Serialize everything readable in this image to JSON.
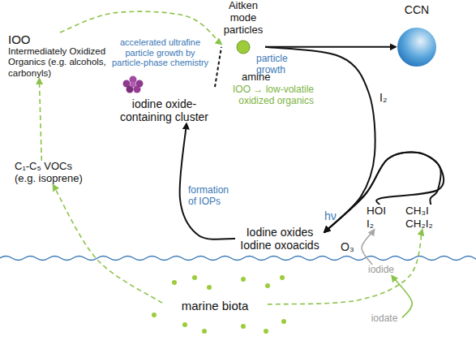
{
  "diagram": {
    "nodes": [
      {
        "text": [
          "Aitken mode particles"
        ]
      },
      {
        "text": [
          "CCN"
        ]
      },
      {
        "text": [
          "IOO",
          "Intermediately Oxidized Organics (e.g. alcohols, carbonyls)"
        ]
      },
      {
        "text": [
          "iodine oxide-containing cluster"
        ]
      },
      {
        "text": [
          "C₁-C₅ VOCs (e.g. isoprene)"
        ]
      },
      {
        "text": [
          "Iodine oxides",
          "Iodine oxoacids"
        ]
      },
      {
        "text": [
          "HOI I₂"
        ]
      },
      {
        "text": [
          "CH₃I CH₂I₂"
        ]
      },
      {
        "text": [
          "marine biota"
        ]
      },
      {
        "text": [
          "iodide"
        ]
      },
      {
        "text": [
          "iodate"
        ]
      }
    ],
    "edges": [
      {
        "from": 0,
        "to": 1,
        "arrow": "to"
      },
      {
        "from": 0,
        "to": 5,
        "label": "I₂",
        "arrow": "to"
      },
      {
        "from": 6,
        "to": 5,
        "label": "hν",
        "arrow": "to"
      },
      {
        "from": 7,
        "to": 5,
        "arrow": "to"
      },
      {
        "from": 5,
        "to": 3,
        "label": "formation of IOPs",
        "arrow": "to"
      },
      {
        "from": 3,
        "to": 0,
        "label": "particle growth",
        "arrow": "none"
      },
      {
        "from": 2,
        "to": 0,
        "label": "accelerated ultrafine particle growth by particle-phase chemistry",
        "arrow": "to"
      },
      {
        "from": 4,
        "to": 2,
        "arrow": "to"
      },
      {
        "from": 8,
        "to": 4,
        "arrow": "to"
      },
      {
        "from": 8,
        "to": 7,
        "arrow": "to"
      },
      {
        "from": 10,
        "to": 9,
        "arrow": "to"
      },
      {
        "from": 9,
        "to": 6,
        "label": "O₃",
        "arrow": "to"
      }
    ],
    "labels": [
      "amine",
      "IOO → low-volatile oxidized organics"
    ]
  }
}
